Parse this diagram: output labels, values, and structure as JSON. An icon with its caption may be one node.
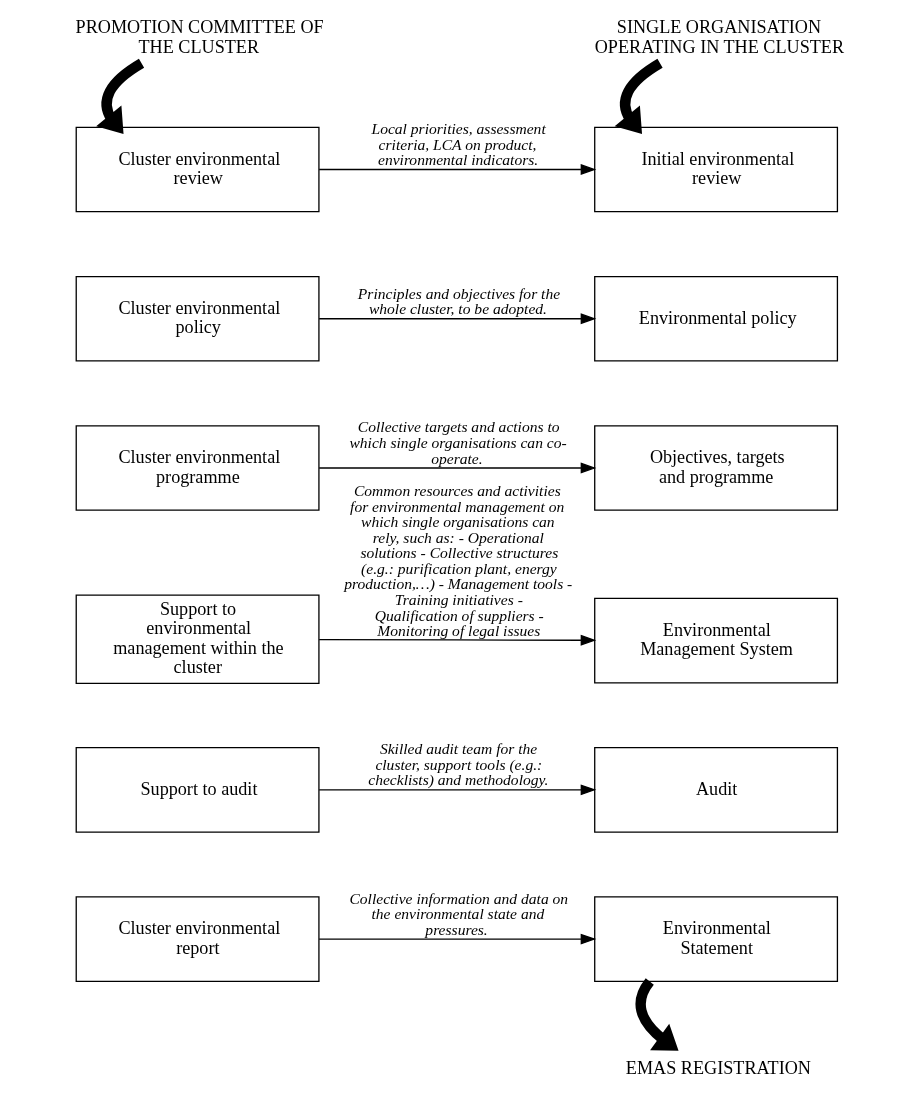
{
  "diagram": {
    "nodes": [
      {
        "text": [
          "PROMOTION COMMITTEE OF THE CLUSTER"
        ]
      },
      {
        "text": [
          "SINGLE ORGANISATION OPERATING IN THE CLUSTER"
        ]
      },
      {
        "text": [
          "Cluster environmental review"
        ]
      },
      {
        "text": [
          "Initial environmental review"
        ]
      },
      {
        "text": [
          "Cluster environmental policy"
        ]
      },
      {
        "text": [
          "Environmental policy"
        ]
      },
      {
        "text": [
          "Cluster environmental programme"
        ]
      },
      {
        "text": [
          "Objectives, targets and programme"
        ]
      },
      {
        "text": [
          "Support to environmental management within the cluster"
        ]
      },
      {
        "text": [
          "Environmental Management System"
        ]
      },
      {
        "text": [
          "Support to audit"
        ]
      },
      {
        "text": [
          "Audit"
        ]
      },
      {
        "text": [
          "Cluster environmental report"
        ]
      },
      {
        "text": [
          "Environmental Statement"
        ]
      },
      {
        "text": [
          "EMAS REGISTRATION"
        ]
      }
    ],
    "edges": [
      {
        "from": 0,
        "to": 2,
        "arrow": "to",
        "style": "thick"
      },
      {
        "from": 1,
        "to": 3,
        "arrow": "to",
        "style": "thick"
      },
      {
        "from": 2,
        "to": 3,
        "arrow": "to",
        "label": "Local priorities, assessment criteria, LCA on product, environmental indicators."
      },
      {
        "from": 4,
        "to": 5,
        "arrow": "to",
        "label": "Principles and objectives for the whole cluster, to be adopted."
      },
      {
        "from": 6,
        "to": 7,
        "arrow": "to",
        "label": "Collective targets and actions to which single organisations can co-operate."
      },
      {
        "from": 8,
        "to": 9,
        "arrow": "to",
        "label": "Common resources and activities for environmental management on which single organisations can rely, such as: - Operational solutions - Collective structures (e.g.: purification plant, energy production,…) - Management tools - Training initiatives - Qualification of suppliers - Monitoring of legal issues"
      },
      {
        "from": 10,
        "to": 11,
        "arrow": "to",
        "label": "Skilled audit team for the cluster, support tools (e.g.: checklists) and methodology."
      },
      {
        "from": 12,
        "to": 13,
        "arrow": "to",
        "label": "Collective information and data on the environmental state and pressures."
      },
      {
        "from": 13,
        "to": 14,
        "arrow": "to",
        "style": "thick"
      }
    ]
  }
}
